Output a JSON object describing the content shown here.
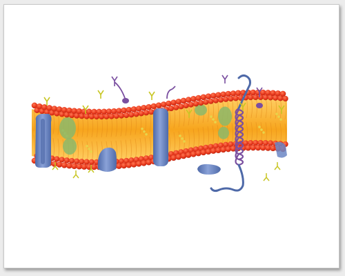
{
  "diagram": {
    "kind": "cell-membrane-illustration",
    "labels": [],
    "colors": {
      "background": "#ffffff",
      "lipid_head": "#e8391d",
      "lipid_head_shade": "#b8230d",
      "tail_core": "#f7a51d",
      "tail_edge": "#ffd066",
      "protein": "#6b86c4",
      "protein_shade": "#4e69a8",
      "glycolipid": "#c8c624",
      "glycoprotein": "#7a4fa0",
      "cholesterol": "#e8d44a",
      "peripheral_protein": "#8cb86a"
    },
    "components": [
      "phospholipid-bilayer",
      "integral-protein",
      "peripheral-protein",
      "glycoprotein",
      "glycolipid",
      "cholesterol",
      "alpha-helix-protein"
    ]
  }
}
